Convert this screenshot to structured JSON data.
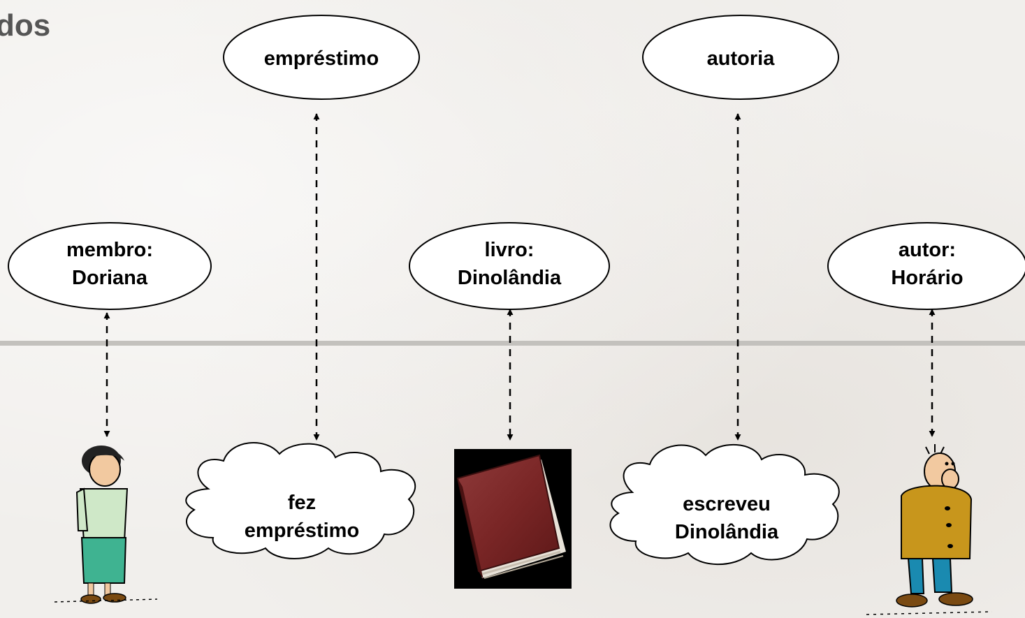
{
  "title": "dos",
  "concepts": {
    "emprestimo": "empréstimo",
    "autoria": "autoria",
    "membro": [
      "membro:",
      "Doriana"
    ],
    "livro": [
      "livro:",
      "Dinolândia"
    ],
    "autor": [
      "autor:",
      "Horário"
    ]
  },
  "events": {
    "fez_emprestimo": [
      "fez",
      "empréstimo"
    ],
    "escreveu": [
      "escreveu",
      "Dinolândia"
    ]
  }
}
